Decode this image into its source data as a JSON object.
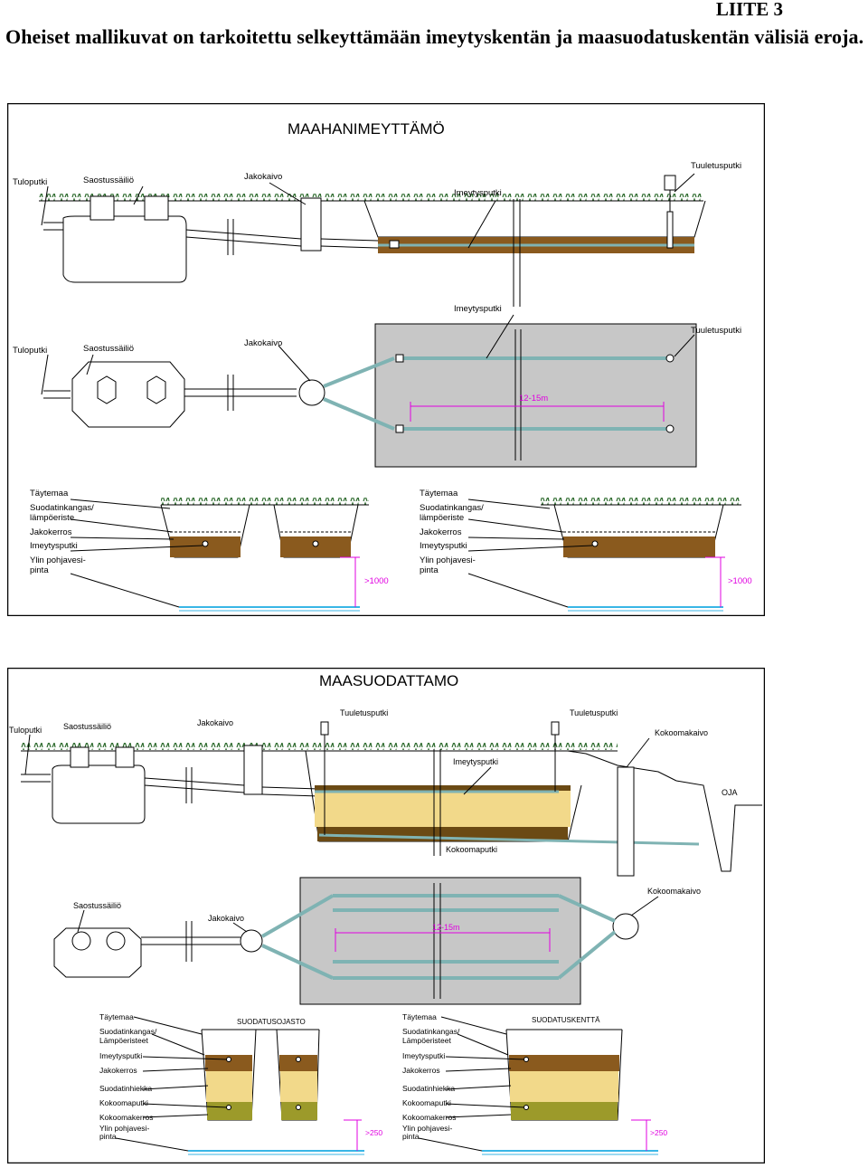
{
  "header": {
    "appendix": "LIITE 3",
    "intro": "Oheiset mallikuvat on tarkoitettu selkeyttämään imeytyskentän ja maasuodatuskentän välisiä eroja."
  },
  "panel1": {
    "title": "MAAHANIMEYTTÄMÖ",
    "side": {
      "tuloputki": "Tuloputki",
      "saostus": "Saostussäiliö",
      "jako": "Jakokaivo",
      "imeytys": "Imeytysputki",
      "tuuletus": "Tuuletusputki"
    },
    "plan": {
      "tuloputki": "Tuloputki",
      "saostus": "Saostussäiliö",
      "jako": "Jakokaivo",
      "imeytys": "Imeytysputki",
      "tuuletus": "Tuuletusputki",
      "dimension": "12-15m"
    },
    "section_left": {
      "taytemaa": "Täytemaa",
      "suodatin1": "Suodatinkangas/",
      "suodatin2": "lämpöeriste",
      "jako": "Jakokerros",
      "imeytys": "Imeytysputki",
      "pohjavesi1": "Ylin pohjavesi-",
      "pohjavesi2": "pinta",
      "distance": ">1000"
    },
    "section_right": {
      "taytemaa": "Täytemaa",
      "suodatin1": "Suodatinkangas/",
      "suodatin2": "lämpöeriste",
      "jako": "Jakokerros",
      "imeytys": "Imeytysputki",
      "pohjavesi1": "Ylin pohjavesi-",
      "pohjavesi2": "pinta",
      "distance": ">1000"
    }
  },
  "panel2": {
    "title": "MAASUODATTAMO",
    "side": {
      "tuloputki": "Tuloputki",
      "saostus": "Saostussäiliö",
      "jako": "Jakokaivo",
      "tuuletus1": "Tuuletusputki",
      "tuuletus2": "Tuuletusputki",
      "kokoomakaivo": "Kokoomakaivo",
      "imeytys": "Imeytysputki",
      "oja": "OJA",
      "kokoomaputki": "Kokoomaputki"
    },
    "plan": {
      "saostus": "Saostussäiliö",
      "jako": "Jakokaivo",
      "kokoomakaivo": "Kokoomakaivo",
      "dimension": "12-15m"
    },
    "section_left": {
      "title": "SUODATUSOJASTO",
      "taytemaa": "Täytemaa",
      "suodatin1": "Suodatinkangas/",
      "suodatin2": "Lämpöeristeet",
      "imeytys": "Imeytysputki",
      "jako": "Jakokerros",
      "suodatinhiekka": "Suodatinhiekka",
      "kokoomaputki": "Kokoomaputki",
      "kokoomakerros": "Kokoomakerros",
      "pohjavesi1": "Ylin pohjavesi-",
      "pohjavesi2": "pinta",
      "distance": ">250"
    },
    "section_right": {
      "title": "SUODATUSKENTTÄ",
      "taytemaa": "Täytemaa",
      "suodatin1": "Suodatinkangas/",
      "suodatin2": "Lämpöeristeet",
      "imeytys": "Imeytysputki",
      "jako": "Jakokerros",
      "suodatinhiekka": "Suodatinhiekka",
      "kokoomaputki": "Kokoomaputki",
      "kokoomakerros": "Kokoomakerros",
      "pohjavesi1": "Ylin pohjavesi-",
      "pohjavesi2": "pinta",
      "distance": ">250"
    }
  },
  "colors": {
    "soil": "#8a5a1e",
    "gravel": "#6b4a14",
    "sand": "#f2d98a",
    "plan_bg": "#c7c7c7",
    "pipe": "#7fb3b3",
    "dim": "#e000e0",
    "water": "#39b6e6",
    "grass": "#2e6b2e"
  }
}
